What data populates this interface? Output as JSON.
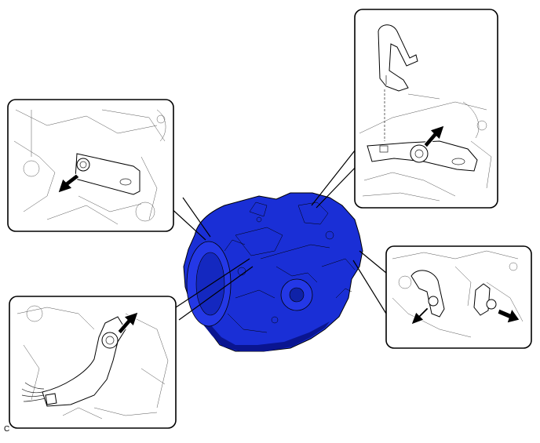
{
  "figure": {
    "corner_label": "C",
    "colors": {
      "transaxle_body": "#1a2fd6",
      "transaxle_shadow": "#0a1590",
      "outline": "#000000",
      "background": "#ffffff"
    },
    "callouts": [
      {
        "id": "top-right",
        "description_icon": "bracket-and-bolt",
        "arrows": 1
      },
      {
        "id": "left-middle",
        "description_icon": "bracket-bolt",
        "arrows": 1
      },
      {
        "id": "right-middle",
        "description_icon": "two-bolts",
        "arrows": 2
      },
      {
        "id": "bottom-left",
        "description_icon": "wire-harness-bracket-bolt",
        "arrows": 1
      }
    ]
  }
}
